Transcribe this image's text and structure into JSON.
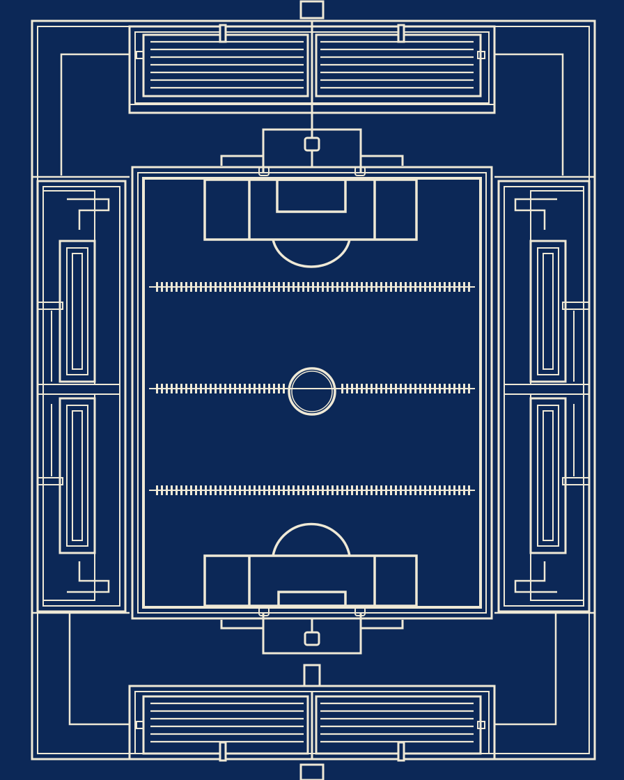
{
  "colors": {
    "background": "#0c2857",
    "line": "#efe9d6"
  },
  "drawing": {
    "kind": "stadium-floor-plan",
    "text_labels": [],
    "stands": [
      "north",
      "south",
      "west",
      "east"
    ],
    "pitch_features": [
      "boundary",
      "penalty-area-top",
      "penalty-area-bottom",
      "goal-area-top",
      "goal-area-bottom",
      "penalty-arc-top",
      "penalty-arc-bottom",
      "center-circle",
      "dashed-line-upper",
      "dashed-line-center",
      "dashed-line-lower"
    ]
  }
}
